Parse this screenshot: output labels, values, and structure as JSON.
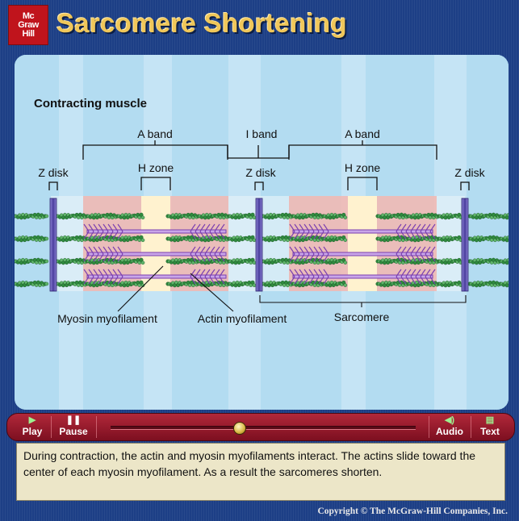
{
  "header": {
    "logo_lines": [
      "Mc",
      "Graw",
      "Hill"
    ],
    "title": "Sarcomere Shortening"
  },
  "diagram": {
    "heading": "Contracting muscle",
    "labels": {
      "a_band_left": "A band",
      "i_band": "I band",
      "a_band_right": "A band",
      "z_disk_left": "Z disk",
      "h_zone_left": "H zone",
      "z_disk_middle": "Z disk",
      "h_zone_right": "H zone",
      "z_disk_right": "Z disk",
      "myosin": "Myosin myofilament",
      "actin": "Actin myofilament",
      "sarcomere": "Sarcomere"
    },
    "colors": {
      "actin": "#2f8a3e",
      "myosin_heads": "#7a3fb0",
      "myosin_shaft": "#c9a6e8",
      "z_disk": "#5b4aa8",
      "a_band_tint": "#f3b7b0",
      "h_zone_tint": "#fff2cf"
    }
  },
  "controls": {
    "play_label": "Play",
    "play_icon": "play-icon",
    "pause_label": "Pause",
    "pause_icon": "pause-icon",
    "audio_label": "Audio",
    "audio_icon": "speaker-icon",
    "text_label": "Text",
    "text_icon": "document-icon",
    "progress": 0.42
  },
  "caption": "During contraction, the actin and myosin myofilaments interact. The actins slide toward the center of each myosin myofilament. As a result the sarcomeres shorten.",
  "copyright": "Copyright © The McGraw-Hill Companies, Inc."
}
